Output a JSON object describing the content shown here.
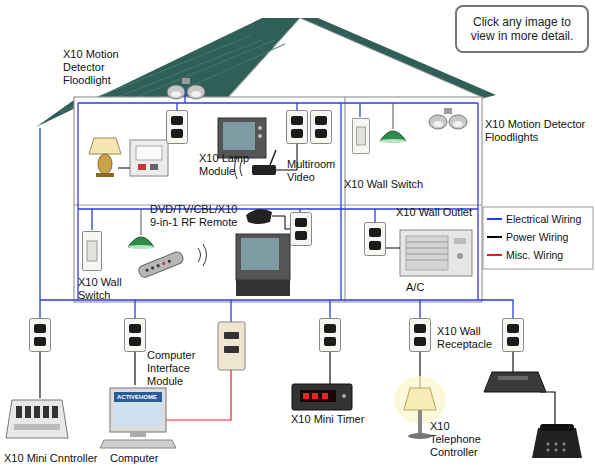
{
  "diagram": {
    "nodes": [
      {
        "text": [
          "Click any image to view in more detail."
        ]
      }
    ],
    "labels": [
      "X10 Motion Detector Floodlight",
      "X10 Lamp Module",
      "Multiroom Video",
      "X10 Wall Switch",
      "X10 Motion Detector Floodlights",
      "DVD/TV/CBL/X10 9-in-1 RF Remote",
      "X10 Wall Outlet",
      "A/C",
      "X10 Wall Switch",
      "X10 Mini Cnntroller",
      "ACTIVEHOME",
      "Computer",
      "Computer Interface Module",
      "X10 Mini Timer",
      "X10 Wall Receptacle",
      "X10 Telephone Controller"
    ],
    "legend": [
      {
        "text": "Electrical Wiring",
        "color": "#2a3dd6"
      },
      {
        "text": "Power Wiring",
        "color": "#000000"
      },
      {
        "text": "Misc. Wiring",
        "color": "#e02020"
      }
    ]
  }
}
